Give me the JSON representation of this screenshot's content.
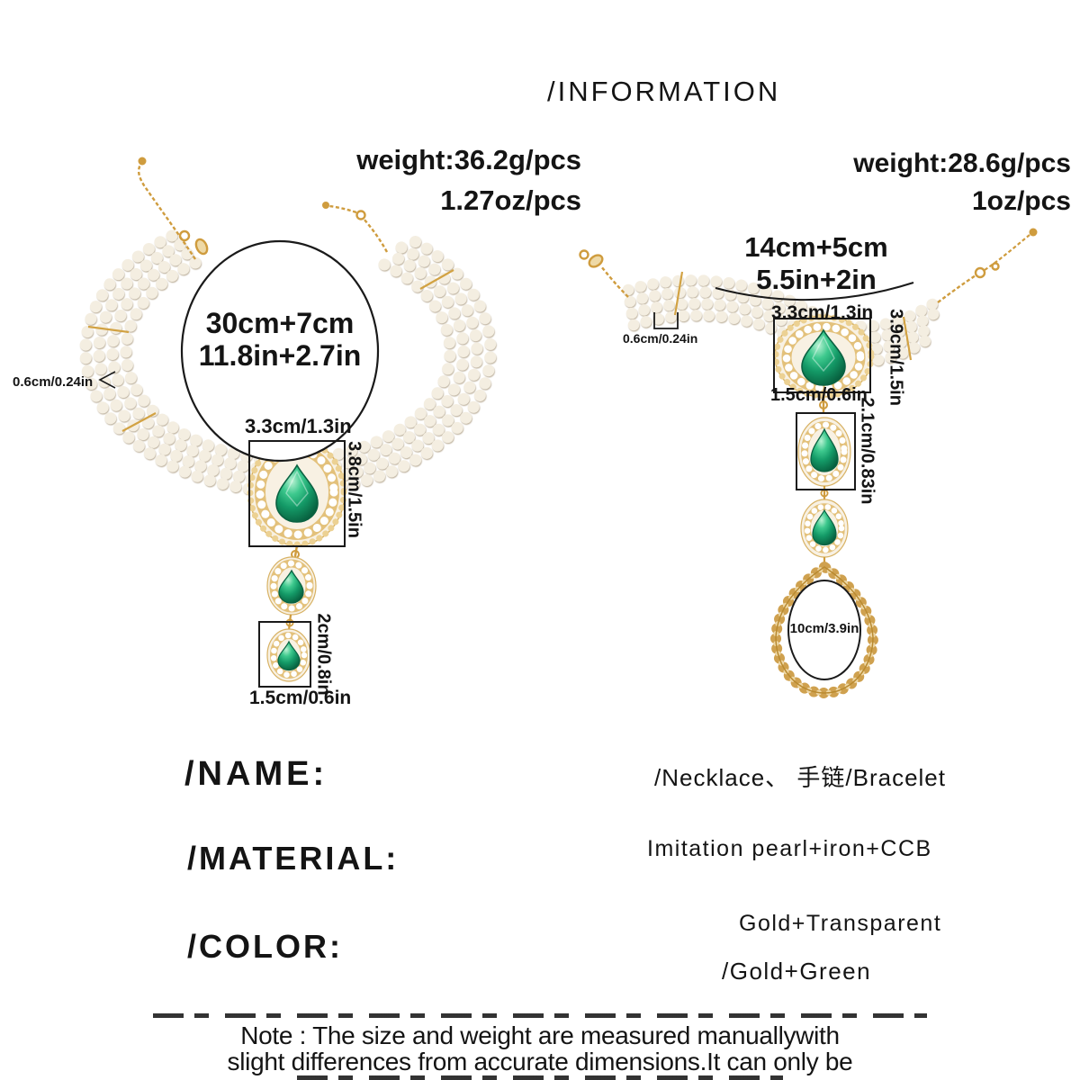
{
  "title": "/INFORMATION",
  "left_product": {
    "weight_line1": "weight:36.2g/pcs",
    "weight_line2": "1.27oz/pcs",
    "chain_length_line1": "30cm+7cm",
    "chain_length_line2": "11.8in+2.7in",
    "bead_size": "0.6cm/0.24in",
    "pendant_width": "3.3cm/1.3in",
    "pendant_height": "3.8cm/1.5in",
    "drop_height": "2cm/0.8in",
    "drop_width": "1.5cm/0.6in"
  },
  "right_product": {
    "weight_line1": "weight:28.6g/pcs",
    "weight_line2": "1oz/pcs",
    "chain_length_line1": "14cm+5cm",
    "chain_length_line2": "5.5in+2in",
    "bead_size": "0.6cm/0.24in",
    "pendant_width": "3.3cm/1.3in",
    "pendant_height": "3.9cm/1.5in",
    "drop_width": "1.5cm/0.6in",
    "drop_height": "2.1cm/0.83in",
    "loop_size": "10cm/3.9in"
  },
  "specs": {
    "name_label": "/NAME:",
    "name_value": "/Necklace、 手链/Bracelet",
    "material_label": "/MATERIAL:",
    "material_value": "Imitation pearl+iron+CCB",
    "color_label": "/COLOR:",
    "color_value_line1": "Gold+Transparent",
    "color_value_line2": "/Gold+Green"
  },
  "note": {
    "line1": "Note : The size and weight are measured manuallywith",
    "line2": "slight differences from accurate dimensions.It can only be"
  },
  "colors": {
    "gem_green": "#128a5e",
    "gold": "#d2a243",
    "pearl": "#f4eee1",
    "text": "#141414"
  }
}
